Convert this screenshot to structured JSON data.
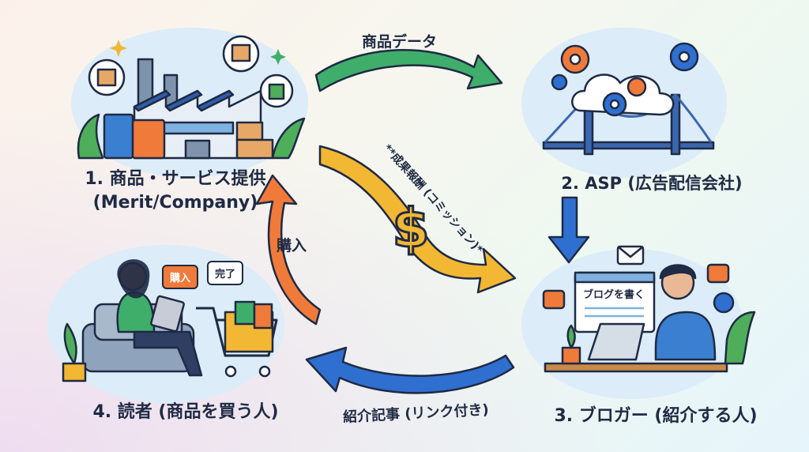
{
  "nodes": [
    {
      "title": "1. 商品・サービス提供",
      "subtitle": "(Merit/Company)"
    },
    {
      "title": "2. ASP (広告配信会社)"
    },
    {
      "title": "3. ブロガー (紹介する人)"
    },
    {
      "title": "4. 読者 (商品を買う人)"
    }
  ],
  "arrows": {
    "product_data": "商品データ",
    "commission": "**成果報酬 (コミッション)*",
    "commission_symbol": "$",
    "article": "紹介記事 (リンク付き)",
    "purchase": "購入"
  },
  "bubbles": {
    "buy": "購入",
    "done": "完了",
    "blog": "ブログを書く"
  },
  "colors": {
    "green_arrow": "#3fae6a",
    "yellow_arrow": "#f2b733",
    "blue_arrow": "#2f6fd0",
    "orange_arrow": "#f07a3a",
    "outline": "#1f2a44"
  }
}
